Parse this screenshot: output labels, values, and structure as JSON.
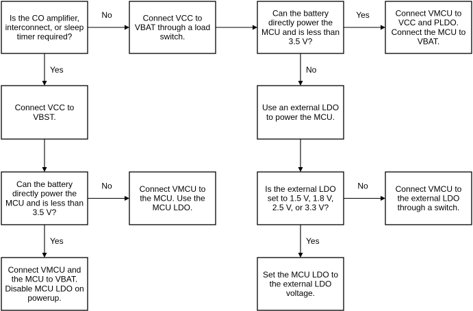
{
  "nodes": [
    {
      "id": "q-co",
      "lines": [
        "Is the CO amplifier,",
        "interconnect, or sleep",
        "timer required?"
      ]
    },
    {
      "id": "vcc-vbat",
      "lines": [
        "Connect VCC to",
        "VBAT through a load",
        "switch."
      ]
    },
    {
      "id": "q-battery-1",
      "lines": [
        "Can the battery",
        "directly power the",
        "MCU and is less than",
        "3.5 V?"
      ]
    },
    {
      "id": "vmcu-vcc-pldo",
      "lines": [
        "Connect VMCU to",
        "VCC and PLDO.",
        "Connect the MCU to",
        "VBAT."
      ]
    },
    {
      "id": "vcc-vbst",
      "lines": [
        "Connect VCC to",
        "VBST."
      ]
    },
    {
      "id": "ext-ldo",
      "lines": [
        "Use an external LDO",
        "to power the MCU."
      ]
    },
    {
      "id": "q-battery-2",
      "lines": [
        "Can the battery",
        "directly power the",
        "MCU and is less than",
        "3.5 V?"
      ]
    },
    {
      "id": "vmcu-mcu-ldo",
      "lines": [
        "Connect VMCU to",
        "the MCU. Use the",
        "MCU LDO."
      ]
    },
    {
      "id": "q-ext-ldo",
      "lines": [
        "Is the external LDO",
        "set to 1.5 V, 1.8 V,",
        "2.5 V, or 3.3 V?"
      ]
    },
    {
      "id": "vmcu-ext-switch",
      "lines": [
        "Connect VMCU to",
        "the external LDO",
        "through a switch."
      ]
    },
    {
      "id": "vmcu-vbat-disable",
      "lines": [
        "Connect VMCU and",
        "the MCU to VBAT.",
        "Disable MCU LDO on",
        "powerup."
      ]
    },
    {
      "id": "mcu-ldo-ext",
      "lines": [
        "Set the MCU LDO to",
        "the external LDO",
        "voltage."
      ]
    }
  ],
  "edges": [
    {
      "from": "q-co",
      "to": "vcc-vbat",
      "label": "No"
    },
    {
      "from": "q-co",
      "to": "vcc-vbst",
      "label": "Yes"
    },
    {
      "from": "vcc-vbat",
      "to": "q-battery-1",
      "label": ""
    },
    {
      "from": "q-battery-1",
      "to": "vmcu-vcc-pldo",
      "label": "Yes"
    },
    {
      "from": "q-battery-1",
      "to": "ext-ldo",
      "label": "No"
    },
    {
      "from": "vcc-vbst",
      "to": "q-battery-2",
      "label": ""
    },
    {
      "from": "q-battery-2",
      "to": "vmcu-mcu-ldo",
      "label": "No"
    },
    {
      "from": "q-battery-2",
      "to": "vmcu-vbat-disable",
      "label": "Yes"
    },
    {
      "from": "ext-ldo",
      "to": "q-ext-ldo",
      "label": ""
    },
    {
      "from": "q-ext-ldo",
      "to": "vmcu-ext-switch",
      "label": "No"
    },
    {
      "from": "q-ext-ldo",
      "to": "mcu-ldo-ext",
      "label": "Yes"
    }
  ]
}
